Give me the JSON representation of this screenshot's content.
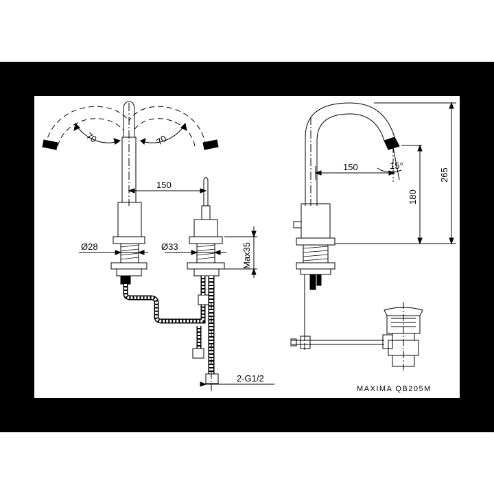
{
  "drawing": {
    "model": "MAXIMA QB205M",
    "dimensions": {
      "swivel_left": "70",
      "swivel_right": "70",
      "reach_front": "150",
      "dia_spout_base": "Ø28",
      "dia_handle_base": "Ø33",
      "max_deck": "Max35",
      "connection": "2-G1/2",
      "reach_side": "150",
      "angle": "15°",
      "outlet_height": "180",
      "total_height": "265"
    }
  },
  "colors": {
    "frame": "#000000",
    "sheet": "#ffffff",
    "line": "#000000"
  }
}
